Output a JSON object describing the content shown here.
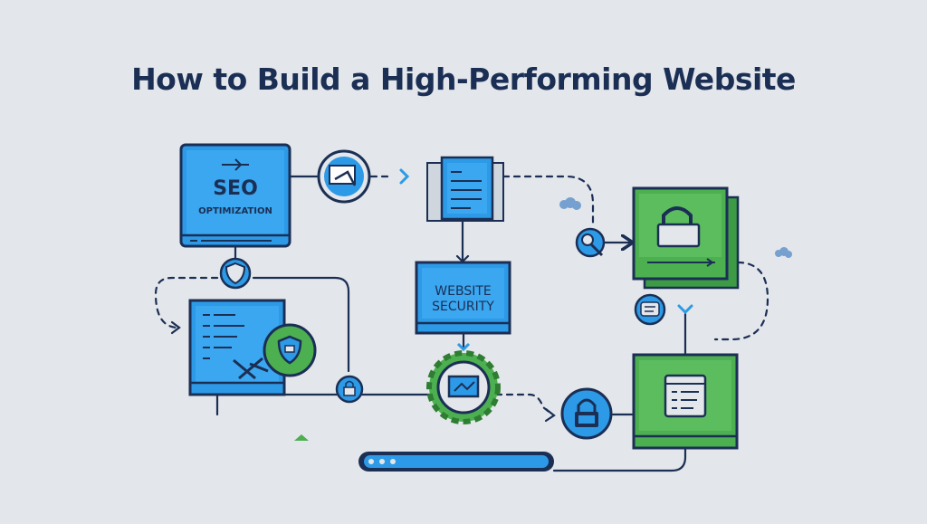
{
  "title": "How to Build a High-Performing Website",
  "nodes": {
    "seo": {
      "line1": "SEO",
      "line2": "OPTIMIZATION"
    },
    "security": {
      "line1": "WEBSITE",
      "line2": "SECURITY"
    }
  },
  "colors": {
    "background": "#e3e6ea",
    "navy": "#1b2f55",
    "blue": "#2d9ae8",
    "green": "#4caf50",
    "title": "#1b2f55"
  },
  "icons": [
    "seo-screen-icon",
    "monitor-arrow-icon",
    "document-list-icon",
    "padlock-screen-icon",
    "search-magnifier-icon",
    "code-editor-icon",
    "shield-check-icon",
    "shield-icon",
    "gear-monitor-icon",
    "padlock-icon",
    "browser-window-icon",
    "chat-bubble-icon",
    "cloud-icon",
    "progress-bar-icon"
  ]
}
